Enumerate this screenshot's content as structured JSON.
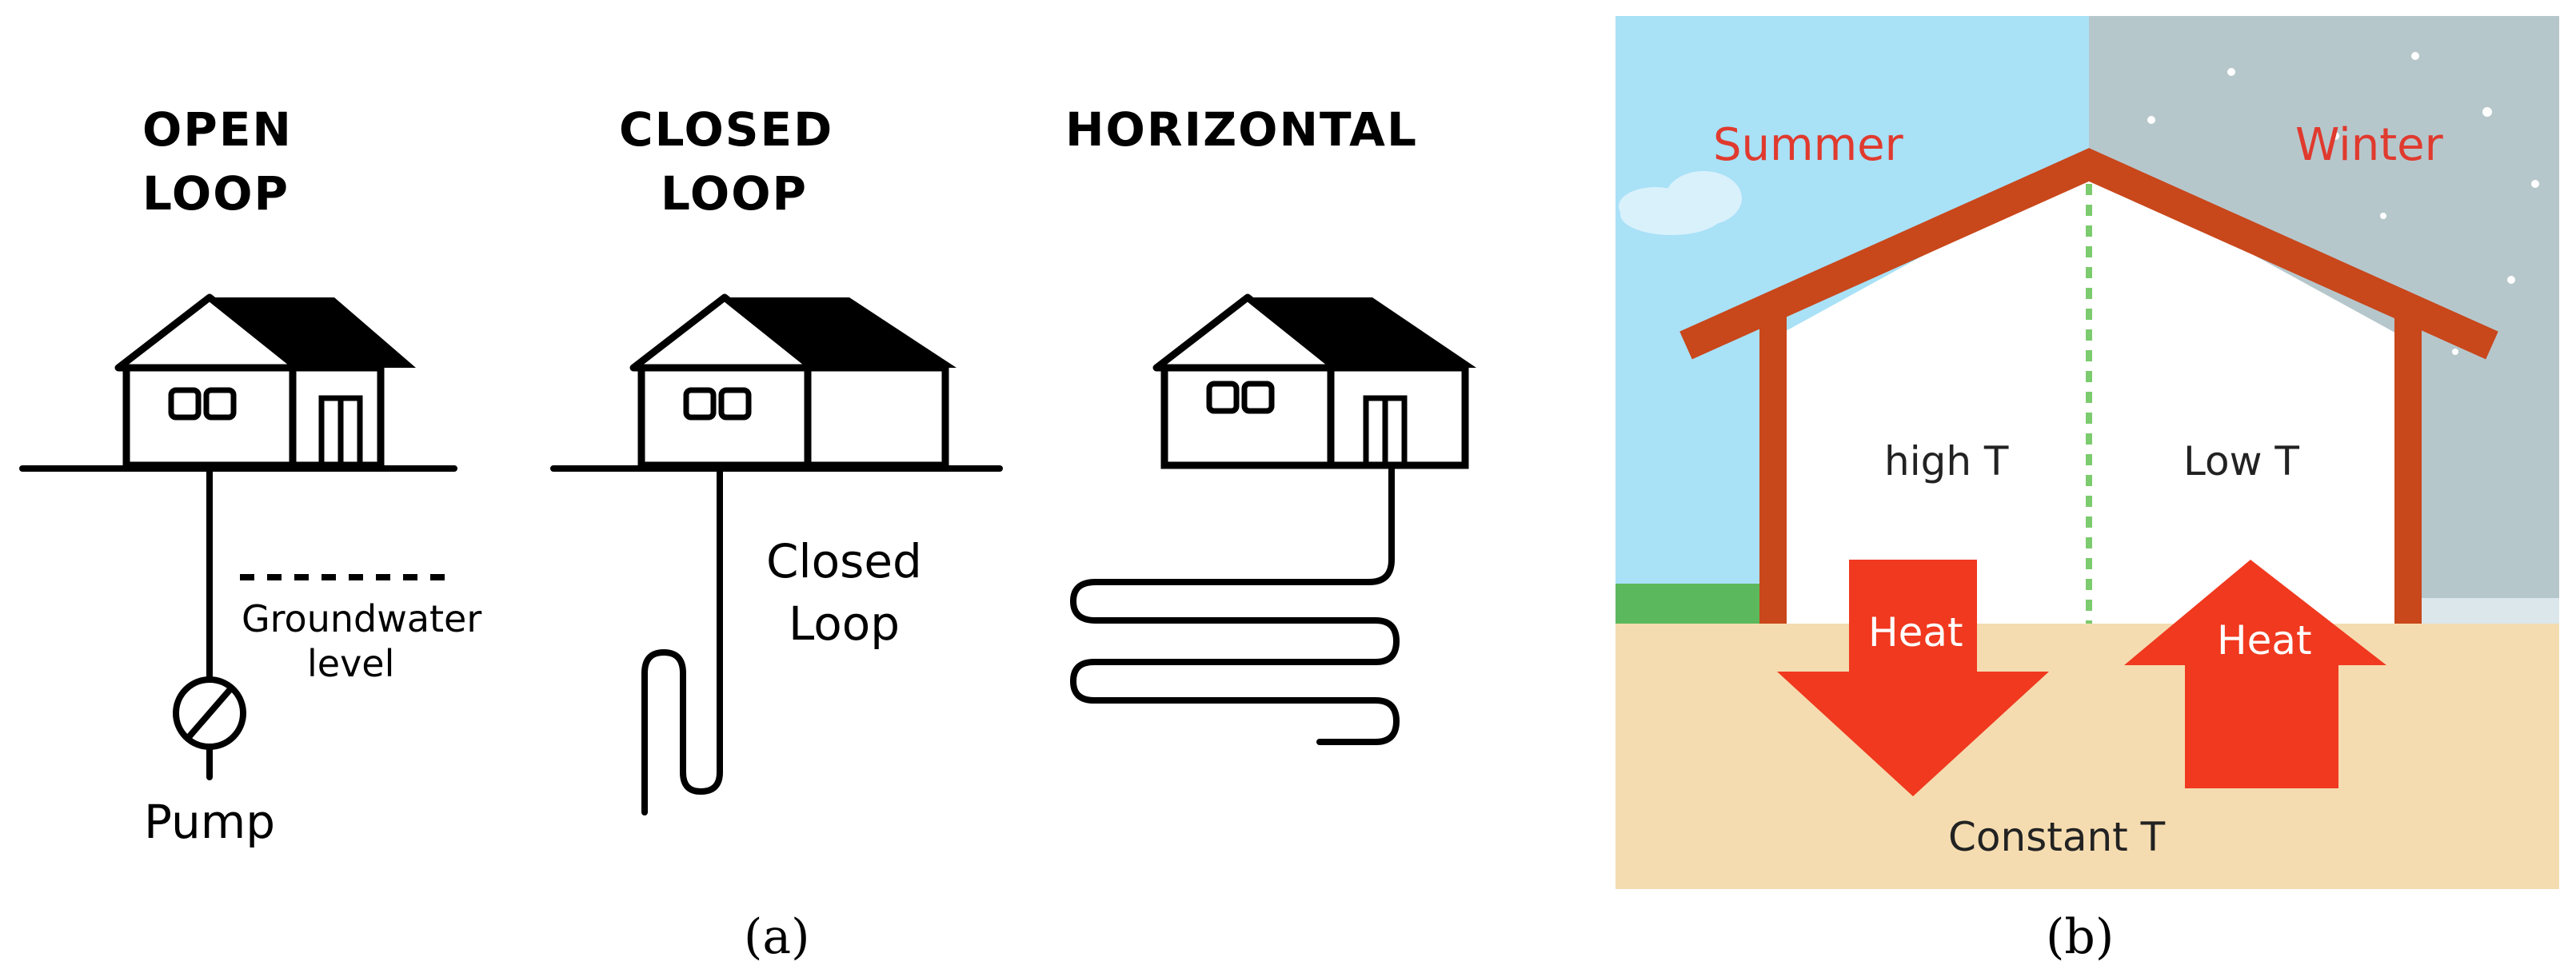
{
  "panel_a": {
    "open_loop": {
      "title_line1": "OPEN",
      "title_line2": "LOOP",
      "groundwater_line1": "Groundwater",
      "groundwater_line2": "level",
      "pump": "Pump"
    },
    "closed_loop": {
      "title_line1": "CLOSED",
      "title_line2": "LOOP",
      "label_line1": "Closed",
      "label_line2": "Loop"
    },
    "horizontal": {
      "title": "HORIZONTAL"
    },
    "caption": "(a)"
  },
  "panel_b": {
    "summer": "Summer",
    "winter": "Winter",
    "high_t": "high T",
    "low_t": "Low T",
    "heat_down": "Heat",
    "heat_up": "Heat",
    "constant_t": "Constant T",
    "caption": "(b)",
    "colors": {
      "summer_sky": "#a9e1f7",
      "winter_sky": "#b6c7cc",
      "ground": "#f5dcb0",
      "roof_walls": "#c8471b",
      "arrow": "#f0391f",
      "season_text": "#e03a2e",
      "grass": "#5cb85c",
      "divider": "#7ccb6e"
    }
  }
}
